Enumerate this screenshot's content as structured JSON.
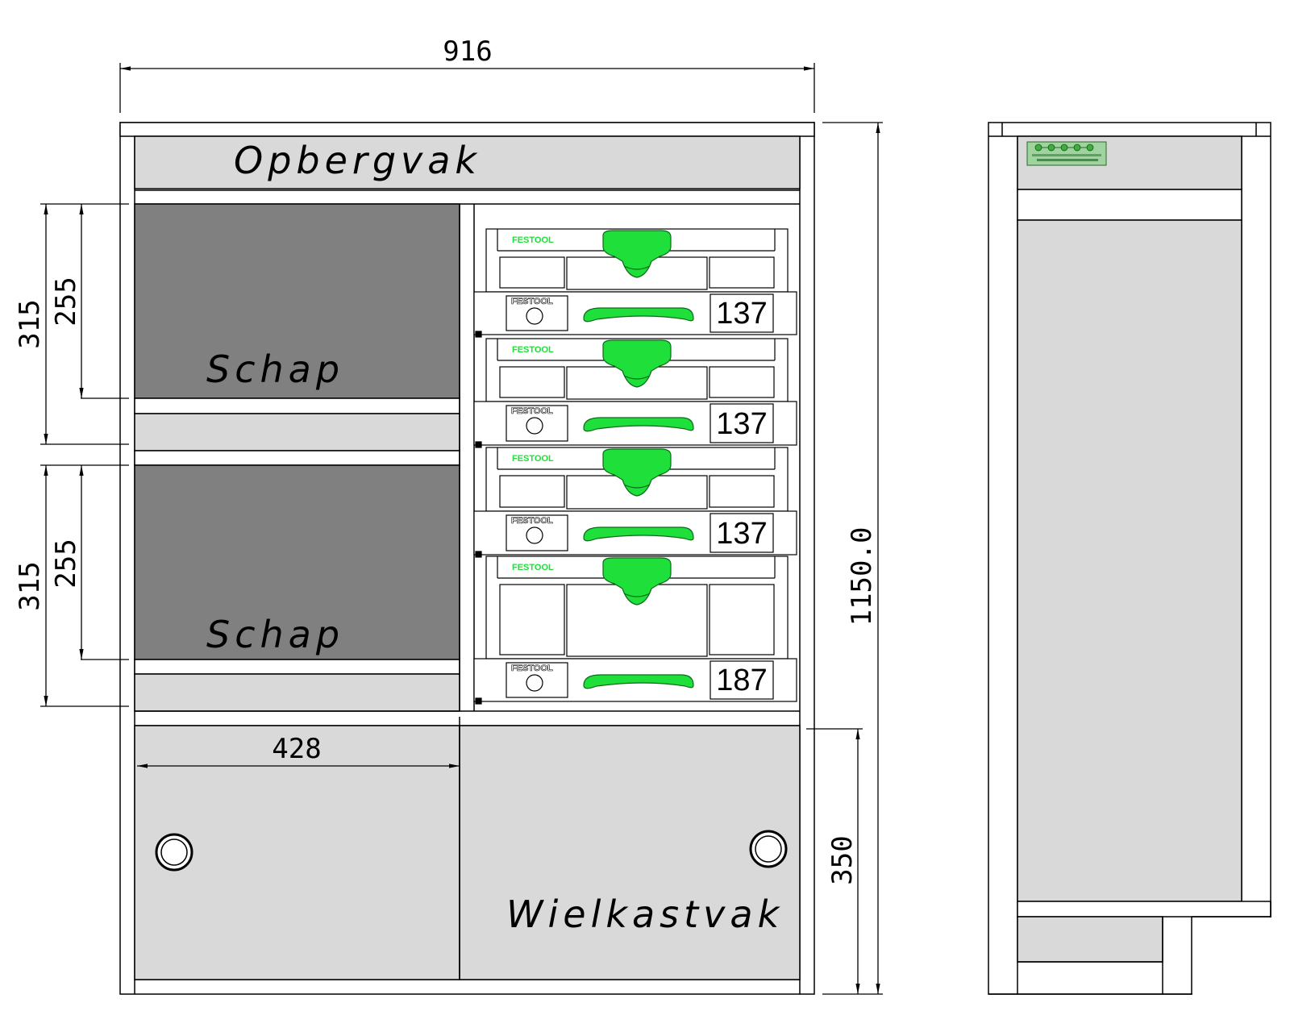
{
  "dimensions": {
    "total_width": "916",
    "total_height": "1150.0",
    "shelf_pitch_top": "315",
    "shelf_clear_top": "255",
    "shelf_pitch_bottom": "315",
    "shelf_clear_bottom": "255",
    "half_width": "428",
    "wheel_bay_height": "350"
  },
  "compartments": {
    "storage": "Opbergvak",
    "shelf_top": "Schap",
    "shelf_bottom": "Schap",
    "wheel_bay": "Wielkastvak"
  },
  "systainers": [
    {
      "brand": "FESTOOL",
      "height": "137"
    },
    {
      "brand": "FESTOOL",
      "height": "137"
    },
    {
      "brand": "FESTOOL",
      "height": "137"
    },
    {
      "brand": "FESTOOL",
      "height": "187"
    }
  ],
  "colors": {
    "panel_light": "#d9d9d9",
    "panel_dark": "#808080",
    "festool_green": "#1fe03a",
    "outline": "#000000"
  }
}
